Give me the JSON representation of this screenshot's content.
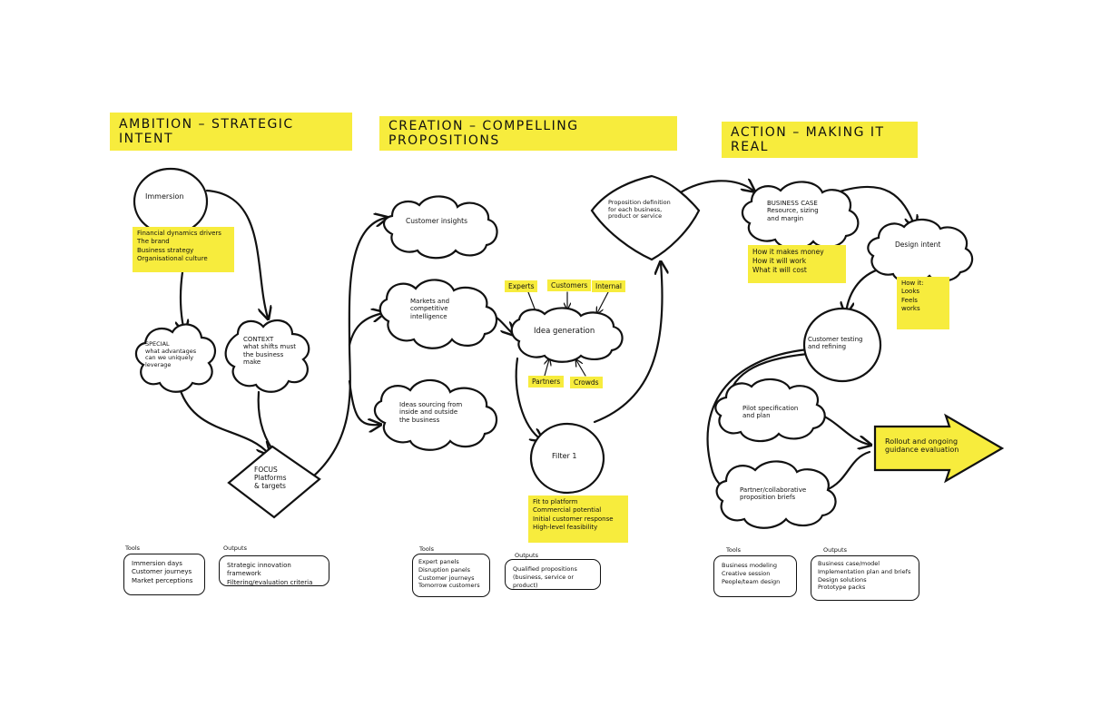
{
  "headers": {
    "ambition": "AMBITION – STRATEGIC INTENT",
    "creation": "CREATION – COMPELLING PROPOSITIONS",
    "action": "ACTION – MAKING IT REAL"
  },
  "nodes": {
    "immersion": "Immersion",
    "special": "SPECIAL\nwhat advantages\ncan we uniquely\nleverage",
    "context": "CONTEXT\nwhat shifts must\nthe business\nmake",
    "focus": "FOCUS\nPlatforms\n& targets",
    "customer_insights": "Customer insights",
    "markets": "Markets and\ncompetitive\nintelligence",
    "ideas_sourcing": "Ideas sourcing from\ninside and outside\nthe business",
    "idea_generation": "Idea generation",
    "filter": "Filter 1",
    "proposition_definition": "Proposition definition\nfor each business,\nproduct or service",
    "business_case": "BUSINESS CASE\nResource, sizing\nand margin",
    "design_intent": "Design intent",
    "customer_testing": "Customer testing\nand refining",
    "pilot": "Pilot specification\nand plan",
    "partner": "Partner/collaborative\nproposition briefs",
    "rollout": "Rollout and ongoing\nguidance evaluation"
  },
  "stickies": {
    "immersion_notes": "Financial dynamics drivers\nThe brand\nBusiness strategy\nOrganisational culture",
    "filter_notes": "Fit to platform\nCommercial potential\nInitial customer response\nHigh-level feasibility",
    "business_case_notes": "How it makes money\nHow it will work\nWhat it will cost",
    "design_notes": "How it:\nLooks\nFeels\nworks"
  },
  "tags": {
    "experts": "Experts",
    "customers": "Customers",
    "internal": "Internal",
    "partners": "Partners",
    "crowds": "Crowds"
  },
  "panels": {
    "tools_label": "Tools",
    "outputs_label": "Outputs",
    "ambition_tools": "Immersion days\nCustomer journeys\nMarket perceptions",
    "ambition_outputs": "Strategic innovation framework\nFiltering/evaluation criteria",
    "creation_tools": "Expert panels\nDisruption panels\nCustomer journeys\nTomorrow customers",
    "creation_outputs": "Qualified propositions\n(business, service or product)",
    "action_tools": "Business modeling\nCreative session\nPeople/team design",
    "action_outputs": "Business case/model\nImplementation plan and briefs\nDesign solutions\nPrototype packs"
  },
  "colors": {
    "highlight": "#f7ec3d",
    "ink": "#111111"
  }
}
